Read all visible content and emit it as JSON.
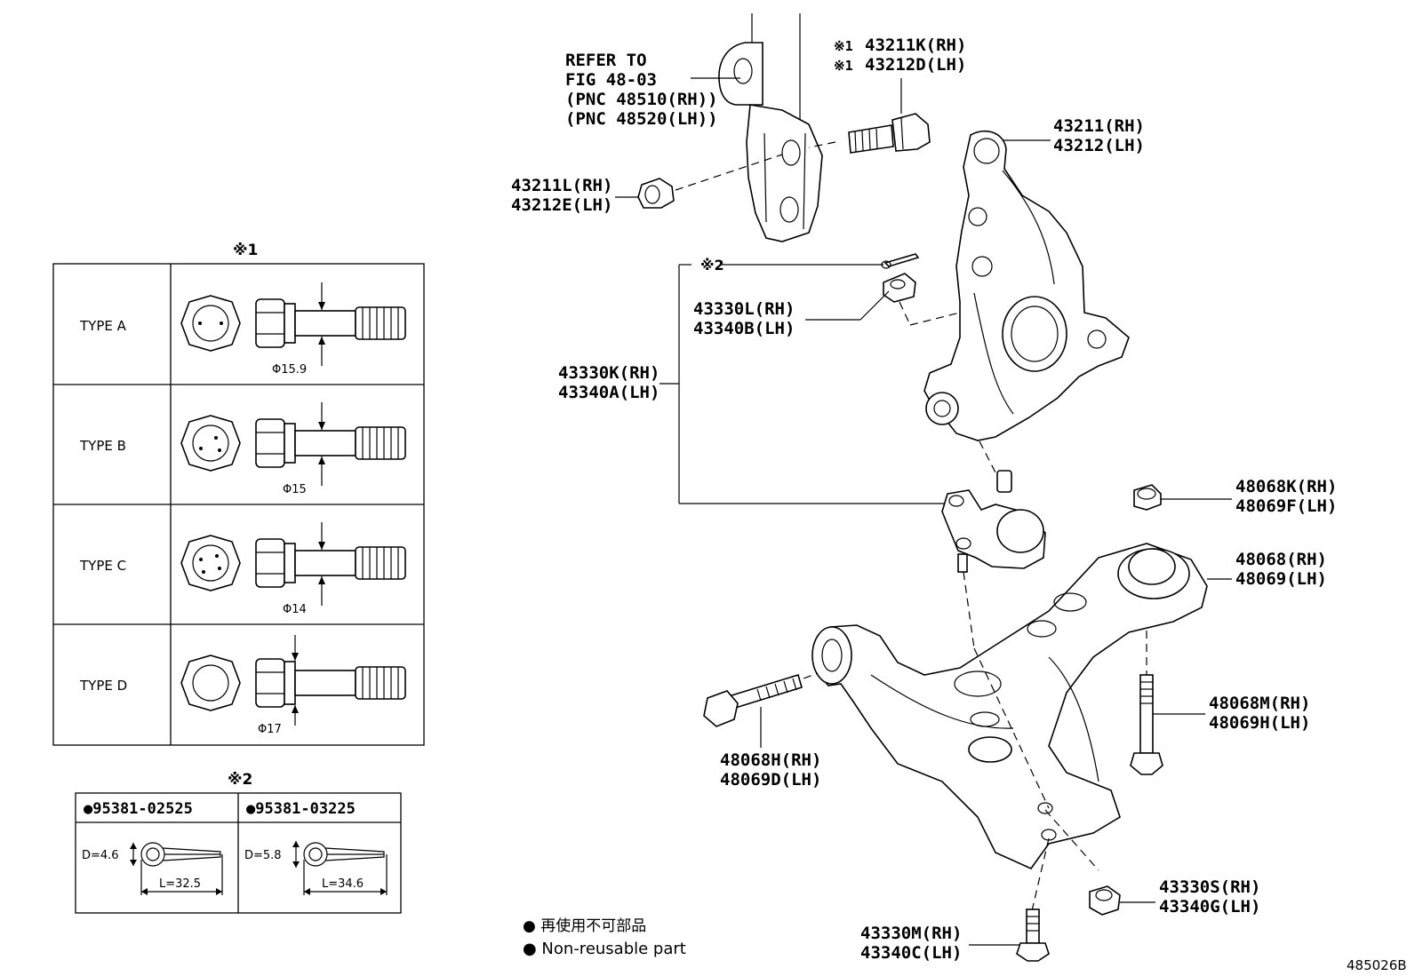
{
  "refer": {
    "line1": "REFER TO",
    "line2": "FIG 48-03",
    "line3": "(PNC 48510(RH))",
    "line4": "(PNC 48520(LH))"
  },
  "labels": {
    "l43211K": "43211K(RH)",
    "l43212D": "43212D(LH)",
    "ast1_a": "※1",
    "ast1_b": "※1",
    "l43211": "43211(RH)",
    "l43212": "43212(LH)",
    "l43211L": "43211L(RH)",
    "l43212E": "43212E(LH)",
    "ast2_lead": "※2",
    "l43330L": "43330L(RH)",
    "l43340B": "43340B(LH)",
    "l43330K": "43330K(RH)",
    "l43340A": "43340A(LH)",
    "l48068K": "48068K(RH)",
    "l48069F": "48069F(LH)",
    "l48068": "48068(RH)",
    "l48069": "48069(LH)",
    "l48068M": "48068M(RH)",
    "l48069H": "48069H(LH)",
    "l48068H": "48068H(RH)",
    "l48069D": "48069D(LH)",
    "l43330S": "43330S(RH)",
    "l43340G": "43340G(LH)",
    "l43330M": "43330M(RH)",
    "l43340C": "43340C(LH)"
  },
  "bolt_table": {
    "heading": "※1",
    "rows": [
      {
        "type": "TYPE  A",
        "diameter": "Φ15.9"
      },
      {
        "type": "TYPE  B",
        "diameter": "Φ15"
      },
      {
        "type": "TYPE  C",
        "diameter": "Φ14"
      },
      {
        "type": "TYPE  D",
        "diameter": "Φ17"
      }
    ]
  },
  "pin_table": {
    "heading": "※2",
    "cols": [
      {
        "part": "●95381-02525",
        "d": "D=4.6",
        "l": "L=32.5"
      },
      {
        "part": "●95381-03225",
        "d": "D=5.8",
        "l": "L=34.6"
      }
    ]
  },
  "legend": {
    "jp": "● 再使用不可部品",
    "en": "● Non-reusable part"
  },
  "figure_id": "485026B"
}
